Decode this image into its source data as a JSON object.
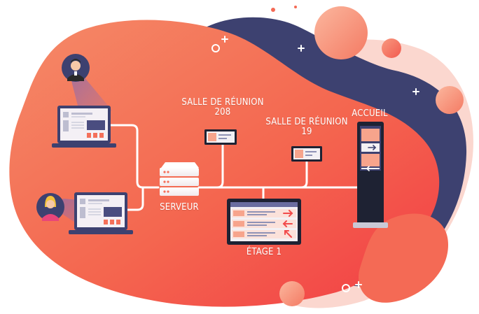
{
  "labels": {
    "salle_208_line1": "SALLE DE RÉUNION",
    "salle_208_line2": "208",
    "salle_19_line1": "SALLE DE RÉUNION",
    "salle_19_line2": "19",
    "accueil": "ACCUEIL",
    "serveur": "SERVEUR",
    "etage": "ÉTAGE 1"
  },
  "colors": {
    "blob_coral": "#f4705a",
    "blob_red": "#f24b4b",
    "navy": "#3d4170",
    "peach": "#f7a48c",
    "light_pink": "#fbd7cf",
    "white": "#ffffff",
    "screen_dark": "#1e2233"
  },
  "icons": [
    "man-avatar-icon",
    "woman-avatar-icon",
    "laptop-icon",
    "server-icon",
    "monitor-icon",
    "kiosk-icon",
    "arrow-right-icon",
    "arrow-left-icon",
    "arrow-up-left-icon",
    "plus-icon",
    "circle-outline-icon"
  ]
}
